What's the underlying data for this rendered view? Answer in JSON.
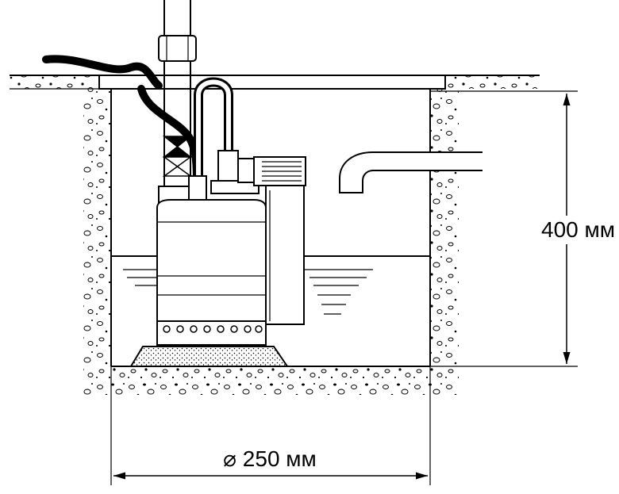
{
  "dimensions": {
    "height_label": "400 мм",
    "diameter_label": "⌀ 250 мм"
  },
  "colors": {
    "line": "#000000",
    "background": "#ffffff",
    "gravel_fill": "#e8e8e8"
  },
  "icons": {
    "valve": "check-valve-icon",
    "arrow": "dimension-arrow"
  }
}
